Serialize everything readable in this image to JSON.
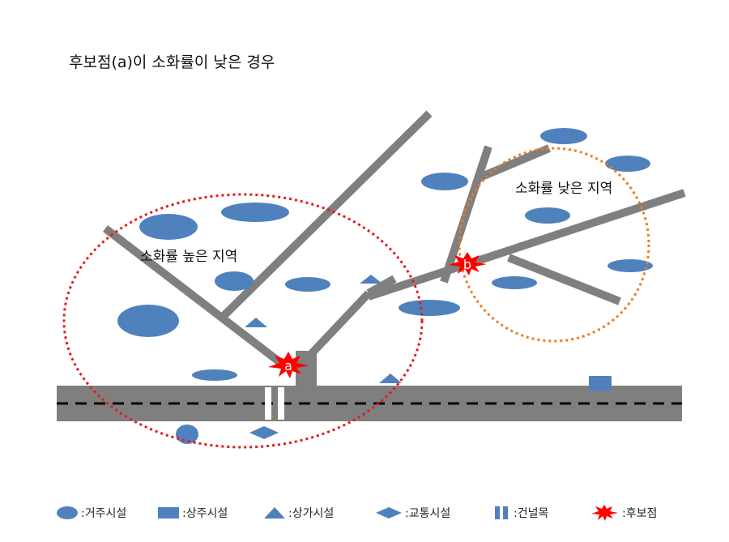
{
  "title": "후보점(a)이 소화률이 낮은 경우",
  "regions": {
    "high": "소화률 높은 지역",
    "low": "소화률 낮은 지역"
  },
  "candidate_points": {
    "a": "a",
    "b": "b"
  },
  "colors": {
    "facility_blue": "#4f81bd",
    "road_gray": "#7f7f7f",
    "high_zone_red": "#e31a1c",
    "low_zone_orange": "#e67e22",
    "candidate_red": "#ff0000"
  },
  "legend": [
    {
      "icon": "ellipse-icon",
      "label": ":거주시설"
    },
    {
      "icon": "rectangle-icon",
      "label": ":상주시설"
    },
    {
      "icon": "triangle-icon",
      "label": ":상가시설"
    },
    {
      "icon": "diamond-icon",
      "label": ":교통시설"
    },
    {
      "icon": "crosswalk-icon",
      "label": ":건널목"
    },
    {
      "icon": "starburst-icon",
      "label": ":후보점"
    }
  ]
}
